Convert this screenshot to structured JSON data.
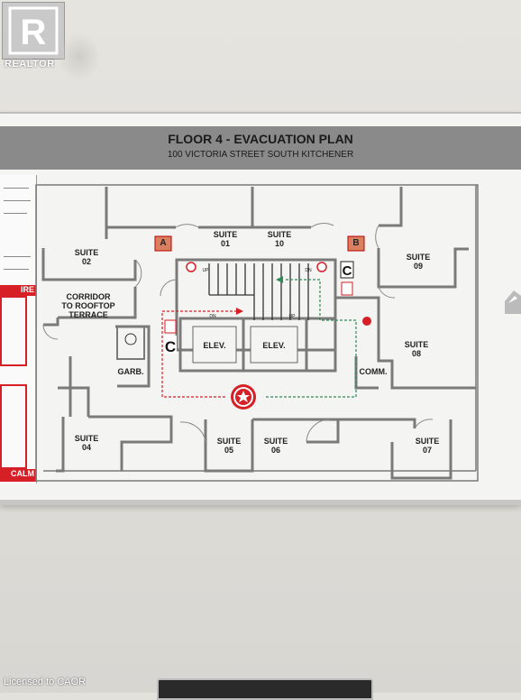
{
  "watermark": {
    "brand": "REALTOR",
    "license": "Licensed to CAOR"
  },
  "plan": {
    "title": "FLOOR 4 -  EVACUATION PLAN",
    "address": "100 VICTORIA STREET SOUTH KITCHENER",
    "rooms": {
      "suite01": [
        "SUITE",
        "01"
      ],
      "suite10": [
        "SUITE",
        "10"
      ],
      "suite02": [
        "SUITE",
        "02"
      ],
      "suite09": [
        "SUITE",
        "09"
      ],
      "suite08": [
        "SUITE",
        "08"
      ],
      "suite04": [
        "SUITE",
        "04"
      ],
      "suite05": [
        "SUITE",
        "05"
      ],
      "suite06": [
        "SUITE",
        "06"
      ],
      "suite07": [
        "SUITE",
        "07"
      ],
      "corridor": [
        "CORRIDOR",
        "TO ROOFTOP",
        "TERRACE"
      ],
      "garb": "GARB.",
      "comm": "COMM.",
      "elev1": "ELEV.",
      "elev2": "ELEV."
    },
    "stair_marks": {
      "a": "A",
      "b": "B",
      "up": "UP",
      "dn": "DN"
    },
    "legend": {
      "fire": "IRE",
      "calm": "CALM"
    }
  },
  "colors": {
    "red": "#d61f26",
    "green": "#2e8b57",
    "wall": "#8a8a8a",
    "banner": "#8a8a8a"
  }
}
